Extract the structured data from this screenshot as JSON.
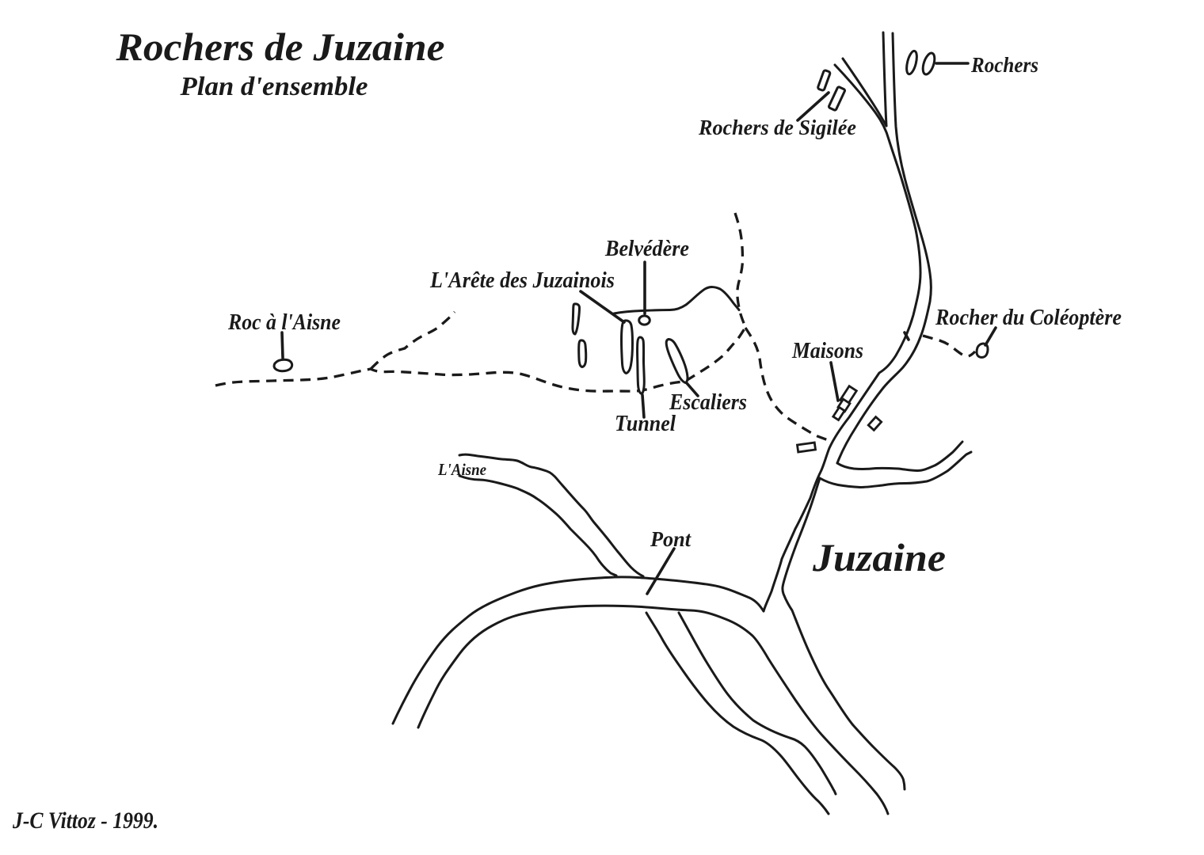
{
  "map": {
    "title": "Rochers de Juzaine",
    "subtitle": "Plan d'ensemble",
    "credit": "J-C Vittoz - 1999.",
    "town_label": "Juzaine",
    "river_label": "L'Aisne",
    "feature_labels": {
      "rochers": "Rochers",
      "rochers_de_sigilee": "Rochers de Sigilée",
      "arete_des_juzainois": "L'Arête des Juzainois",
      "belvedere": "Belvédère",
      "roc_a_laisne": "Roc à l'Aisne",
      "escaliers": "Escaliers",
      "tunnel": "Tunnel",
      "maisons": "Maisons",
      "rocher_du_coleoptere": "Rocher du Coléoptère",
      "pont": "Pont"
    },
    "colors": {
      "ink": "#1a1a1a",
      "paper": "#ffffff"
    }
  }
}
